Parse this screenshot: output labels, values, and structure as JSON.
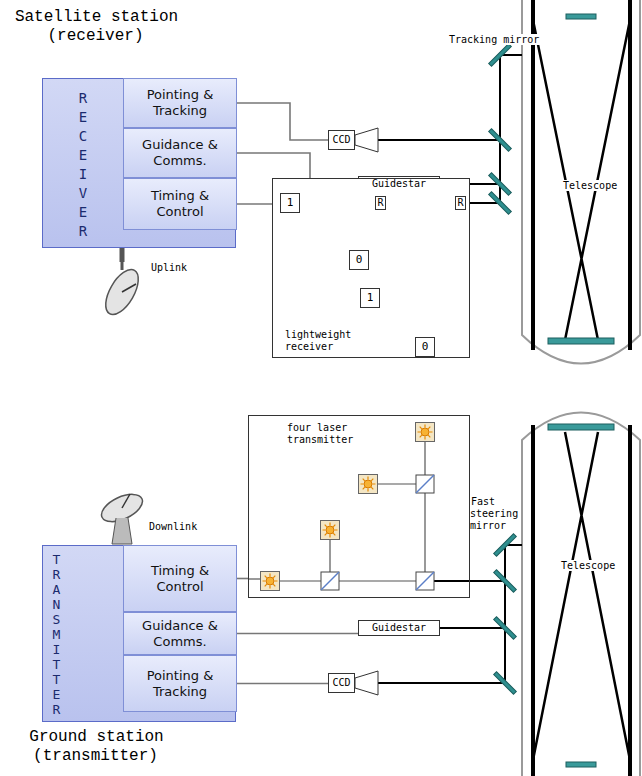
{
  "diagram": {
    "nodes": [
      {
        "text": [
          "RECEIVER"
        ]
      },
      {
        "text": [
          "Pointing & Tracking"
        ],
        "in": 0
      },
      {
        "text": [
          "Guidance & Comms."
        ],
        "in": 0
      },
      {
        "text": [
          "Timing & Control"
        ],
        "in": 0
      },
      {
        "text": [
          "CCD"
        ]
      },
      {
        "text": [
          "Guidestar"
        ]
      },
      {
        "text": [
          "lightweight receiver"
        ]
      },
      {
        "text": [
          "1"
        ],
        "in": 6
      },
      {
        "text": [
          "R"
        ],
        "in": 6
      },
      {
        "text": [
          "R"
        ],
        "in": 6
      },
      {
        "text": [
          "0"
        ],
        "in": 6
      },
      {
        "text": [
          "1"
        ],
        "in": 6
      },
      {
        "text": [
          "0"
        ],
        "in": 6
      },
      {
        "text": [
          "TRANSMITTER"
        ]
      },
      {
        "text": [
          "Timing & Control"
        ],
        "in": 13
      },
      {
        "text": [
          "Guidance & Comms."
        ],
        "in": 13
      },
      {
        "text": [
          "Pointing & Tracking"
        ],
        "in": 13
      },
      {
        "text": [
          "four laser transmitter"
        ]
      },
      {
        "text": [
          "Guidestar"
        ]
      },
      {
        "text": [
          "CCD"
        ]
      }
    ],
    "edges": [
      {
        "from": 1,
        "to": 4,
        "arrow": "none"
      },
      {
        "from": 2,
        "to": 5,
        "arrow": "none"
      },
      {
        "from": 3,
        "to": 7,
        "arrow": "none"
      },
      {
        "from": 14,
        "to": 17,
        "arrow": "none"
      },
      {
        "from": 15,
        "to": 18,
        "arrow": "none"
      },
      {
        "from": 16,
        "to": 19,
        "arrow": "none"
      }
    ],
    "labels": [
      "Satellite station (receiver)",
      "Tracking mirror",
      "Telescope",
      "Uplink",
      "Downlink",
      "Fast steering mirror",
      "Telescope",
      "Ground station (transmitter)"
    ]
  }
}
